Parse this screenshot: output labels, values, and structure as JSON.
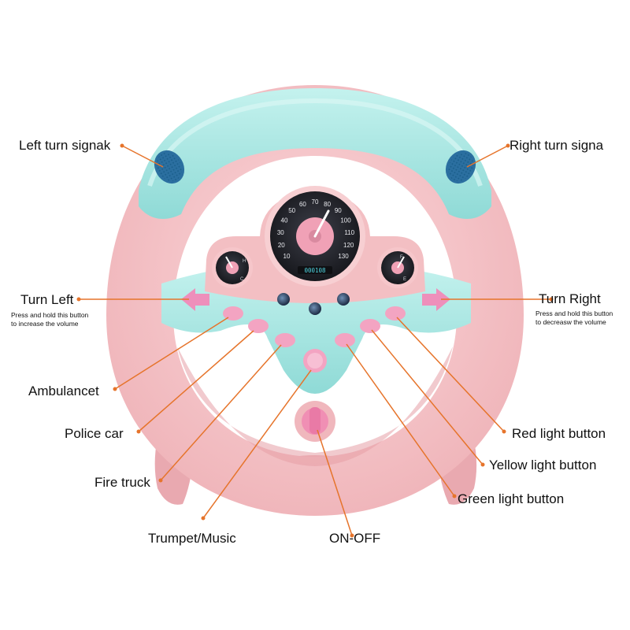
{
  "colors": {
    "wheel_pink": "#f6c4c8",
    "wheel_pink_dark": "#e9a7ad",
    "grip_aqua": "#a6e7e3",
    "grip_aqua_dark": "#7fd2cf",
    "dial_dark": "#2a2b33",
    "button_pink": "#f1a7c3",
    "callout_orange": "#e6742b",
    "label_text": "#111111"
  },
  "labels": {
    "left_turn_signal": "Left turn signak",
    "right_turn_signal": "Right turn signa",
    "turn_left": "Turn Left",
    "turn_left_note": [
      "Press and hold this button",
      "to increase the volume"
    ],
    "turn_right": "Turn Right",
    "turn_right_note": [
      "Press and hold this button",
      "to decreasw the volume"
    ],
    "ambulance": "Ambulancet",
    "police_car": "Police car",
    "fire_truck": "Fire truck",
    "trumpet_music": "Trumpet/Music",
    "on_off": "ON-OFF",
    "red_light": "Red light button",
    "yellow_light": "Yellow light button",
    "green_light": "Green light button"
  },
  "speedometer": {
    "ticks": [
      "10",
      "20",
      "30",
      "40",
      "50",
      "60",
      "70",
      "80",
      "90",
      "100",
      "110",
      "120",
      "130"
    ],
    "odometer": "000108"
  },
  "gauges": {
    "left": [
      "H",
      "C"
    ],
    "right": [
      "F",
      "E"
    ]
  }
}
